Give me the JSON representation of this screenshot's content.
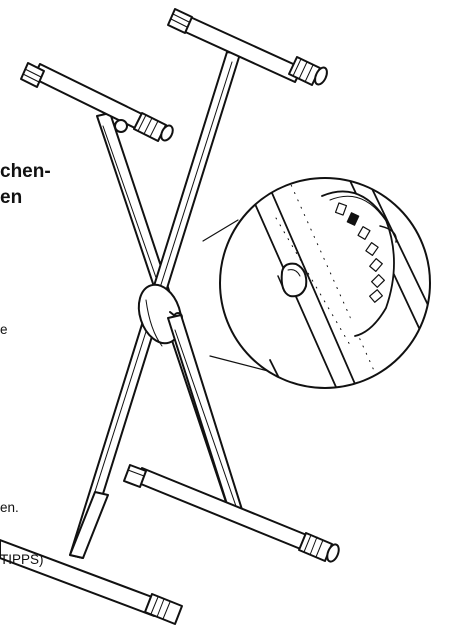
{
  "text_fragments": {
    "heading_line_1": "chen-",
    "heading_line_2": "en",
    "side_letter": "e",
    "caption_fragment": "en.",
    "label_fragment": "TIPPS)"
  },
  "illustration": {
    "subject": "keyboard-x-stand",
    "detail_view": "height-adjustment-lock-knob",
    "line_color": "#111111",
    "background": "#ffffff"
  }
}
